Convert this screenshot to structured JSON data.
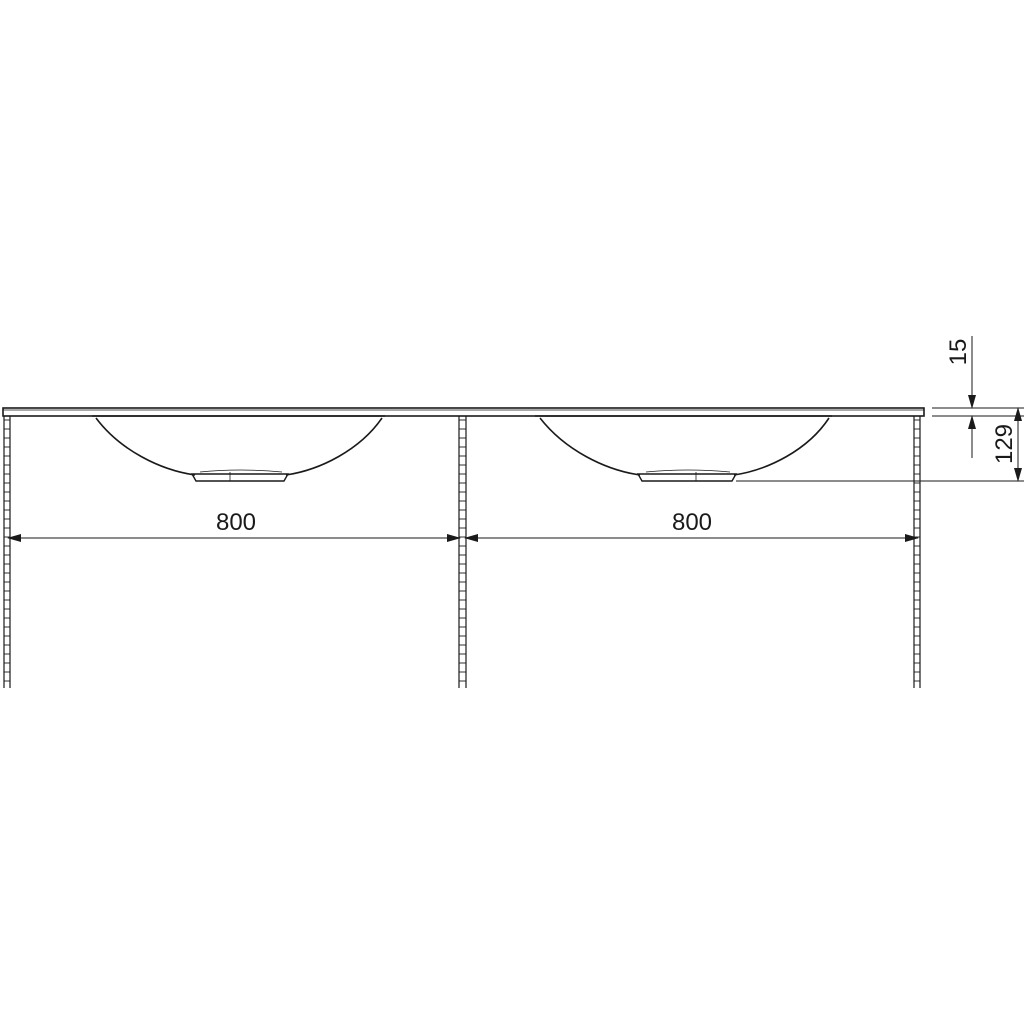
{
  "dimensions": {
    "width_left": "800",
    "width_right": "800",
    "top_thickness": "15",
    "basin_depth": "129"
  },
  "colors": {
    "line": "#1a1a1a",
    "background": "#ffffff"
  }
}
